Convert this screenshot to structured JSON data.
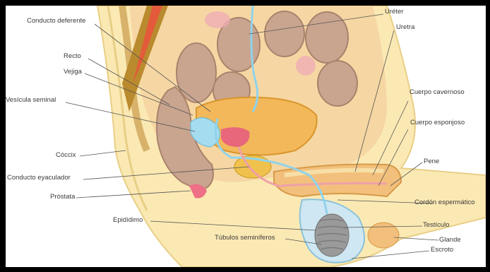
{
  "labels": {
    "ureter": "Uréter",
    "uretra": "Uretra",
    "conducto_deferente": "Conducto deferente",
    "recto": "Recto",
    "vejiga": "Vejiga",
    "vesicula_seminal": "Vesícula seminal",
    "cuerpo_cavernoso": "Cuerpo cavernoso",
    "cuerpo_esponjoso": "Cuerpo esponjoso",
    "coccix": "Cóccix",
    "pene": "Pene",
    "conducto_eyaculador": "Conducto eyaculador",
    "cordon_espermatico": "Cordón espermático",
    "prostata": "Próstata",
    "epididimo": "Epidídimo",
    "testiculo": "Testículo",
    "tubulos_seminiferos": "Túbulos seminíferos",
    "glande": "Glande",
    "escroto": "Escroto"
  },
  "colors": {
    "skin": "#fbe9b4",
    "tissue": "#f3cf9a",
    "bowel": "#c9a58f",
    "bladder": "#f2b85a",
    "duct": "#8fd3ec",
    "penis": "#f2c07c",
    "testis": "#9a9a9a",
    "leader": "#555555"
  }
}
